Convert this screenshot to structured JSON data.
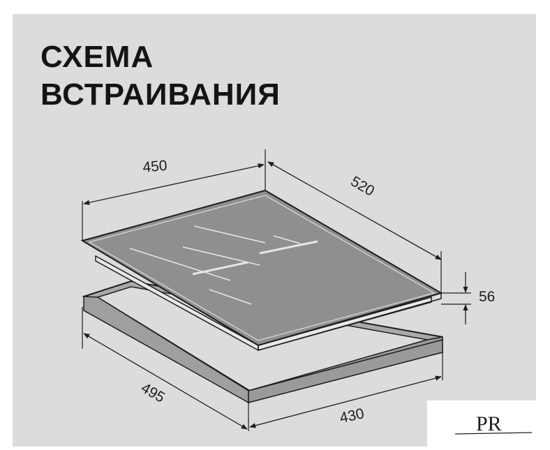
{
  "title": {
    "line1": "СХЕМА",
    "line2": "ВСТРАИВАНИЯ"
  },
  "dimensions": {
    "hob_width": "450",
    "hob_depth": "520",
    "hob_height": "56",
    "cutout_depth": "495",
    "cutout_width": "430"
  },
  "logo": {
    "text": "PR"
  },
  "colors": {
    "background": "#dcdcdc",
    "hob_glass": "#8f8f8f",
    "frame": "#a9a9a9",
    "line": "#1e1e1e"
  }
}
